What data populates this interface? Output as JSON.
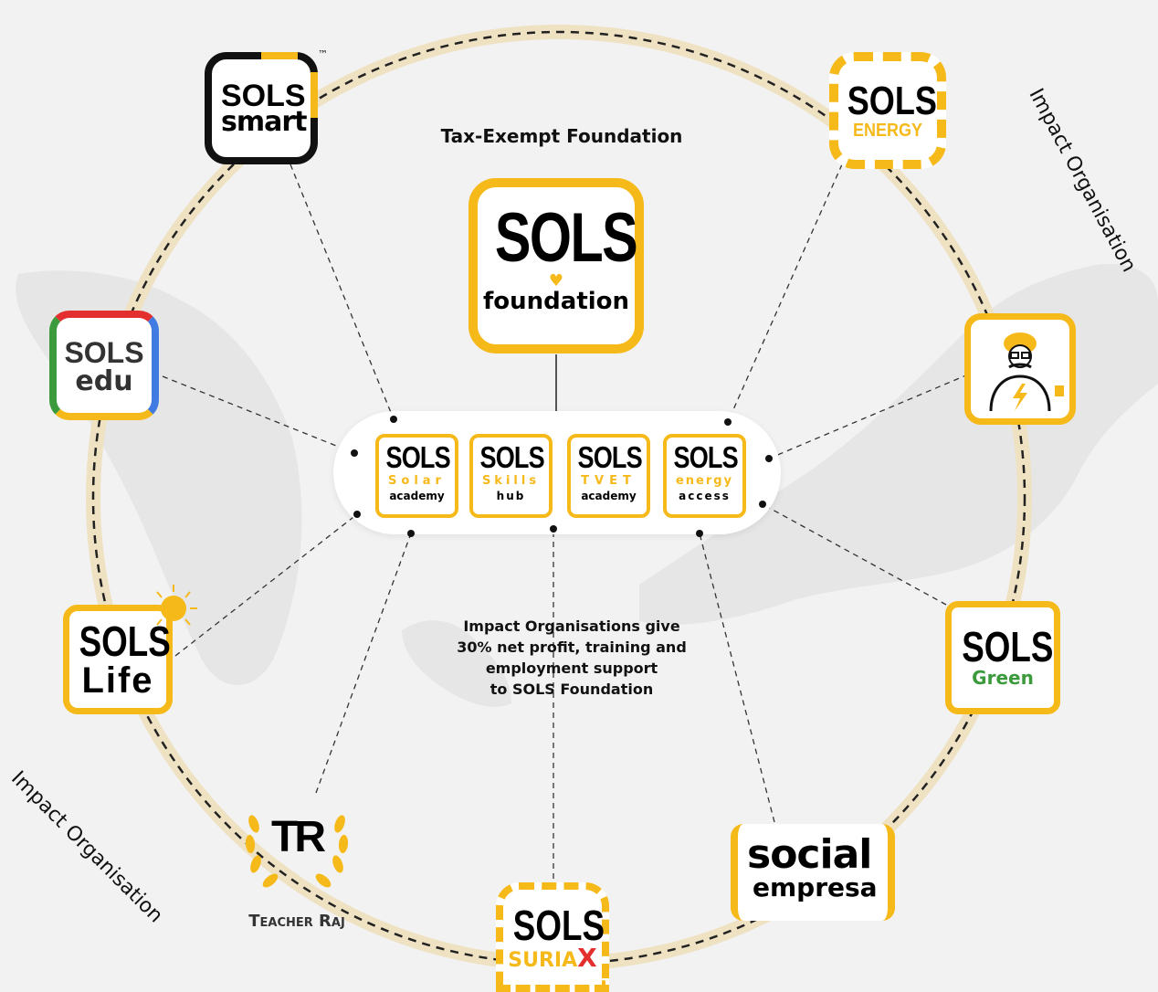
{
  "headings": {
    "foundation_type": "Tax-Exempt Foundation",
    "impact_org_top": "Impact Organisation",
    "impact_org_bottom": "Impact Organisation",
    "contribution_note": [
      "Impact Organisations give",
      "30% net profit, training and",
      "employment support",
      "to SOLS Foundation"
    ]
  },
  "center": {
    "brand": "SOLS",
    "sub": "foundation"
  },
  "programmes": [
    {
      "brand": "SOLS",
      "line1": "Solar",
      "line2": "academy"
    },
    {
      "brand": "SOLS",
      "line1": "Skills",
      "line2": "hub"
    },
    {
      "brand": "SOLS",
      "line1": "TVET",
      "line2": "academy"
    },
    {
      "brand": "SOLS",
      "line1": "energy",
      "line2": "access"
    }
  ],
  "orgs": {
    "smart": {
      "brand": "SOLS",
      "sub": "smart",
      "tm": "™"
    },
    "energy": {
      "brand": "SOLS",
      "sub": "ENERGY"
    },
    "edu": {
      "brand": "SOLS",
      "sub": "edu"
    },
    "life": {
      "brand": "SOLS",
      "sub": "Life"
    },
    "green": {
      "brand": "SOLS",
      "sub": "Green"
    },
    "teacher_raj": {
      "mono": "TR",
      "name": "Teacher Raj"
    },
    "suriax": {
      "brand": "SOLS",
      "sub": "SURIA",
      "x": "X"
    },
    "social": {
      "line1": "social",
      "line2": "empresa"
    }
  },
  "colors": {
    "accent": "#f6b91a",
    "dark": "#111111",
    "green": "#3b9a3b",
    "red": "#e3302f",
    "blue": "#3f7be0",
    "line": "#333333"
  }
}
